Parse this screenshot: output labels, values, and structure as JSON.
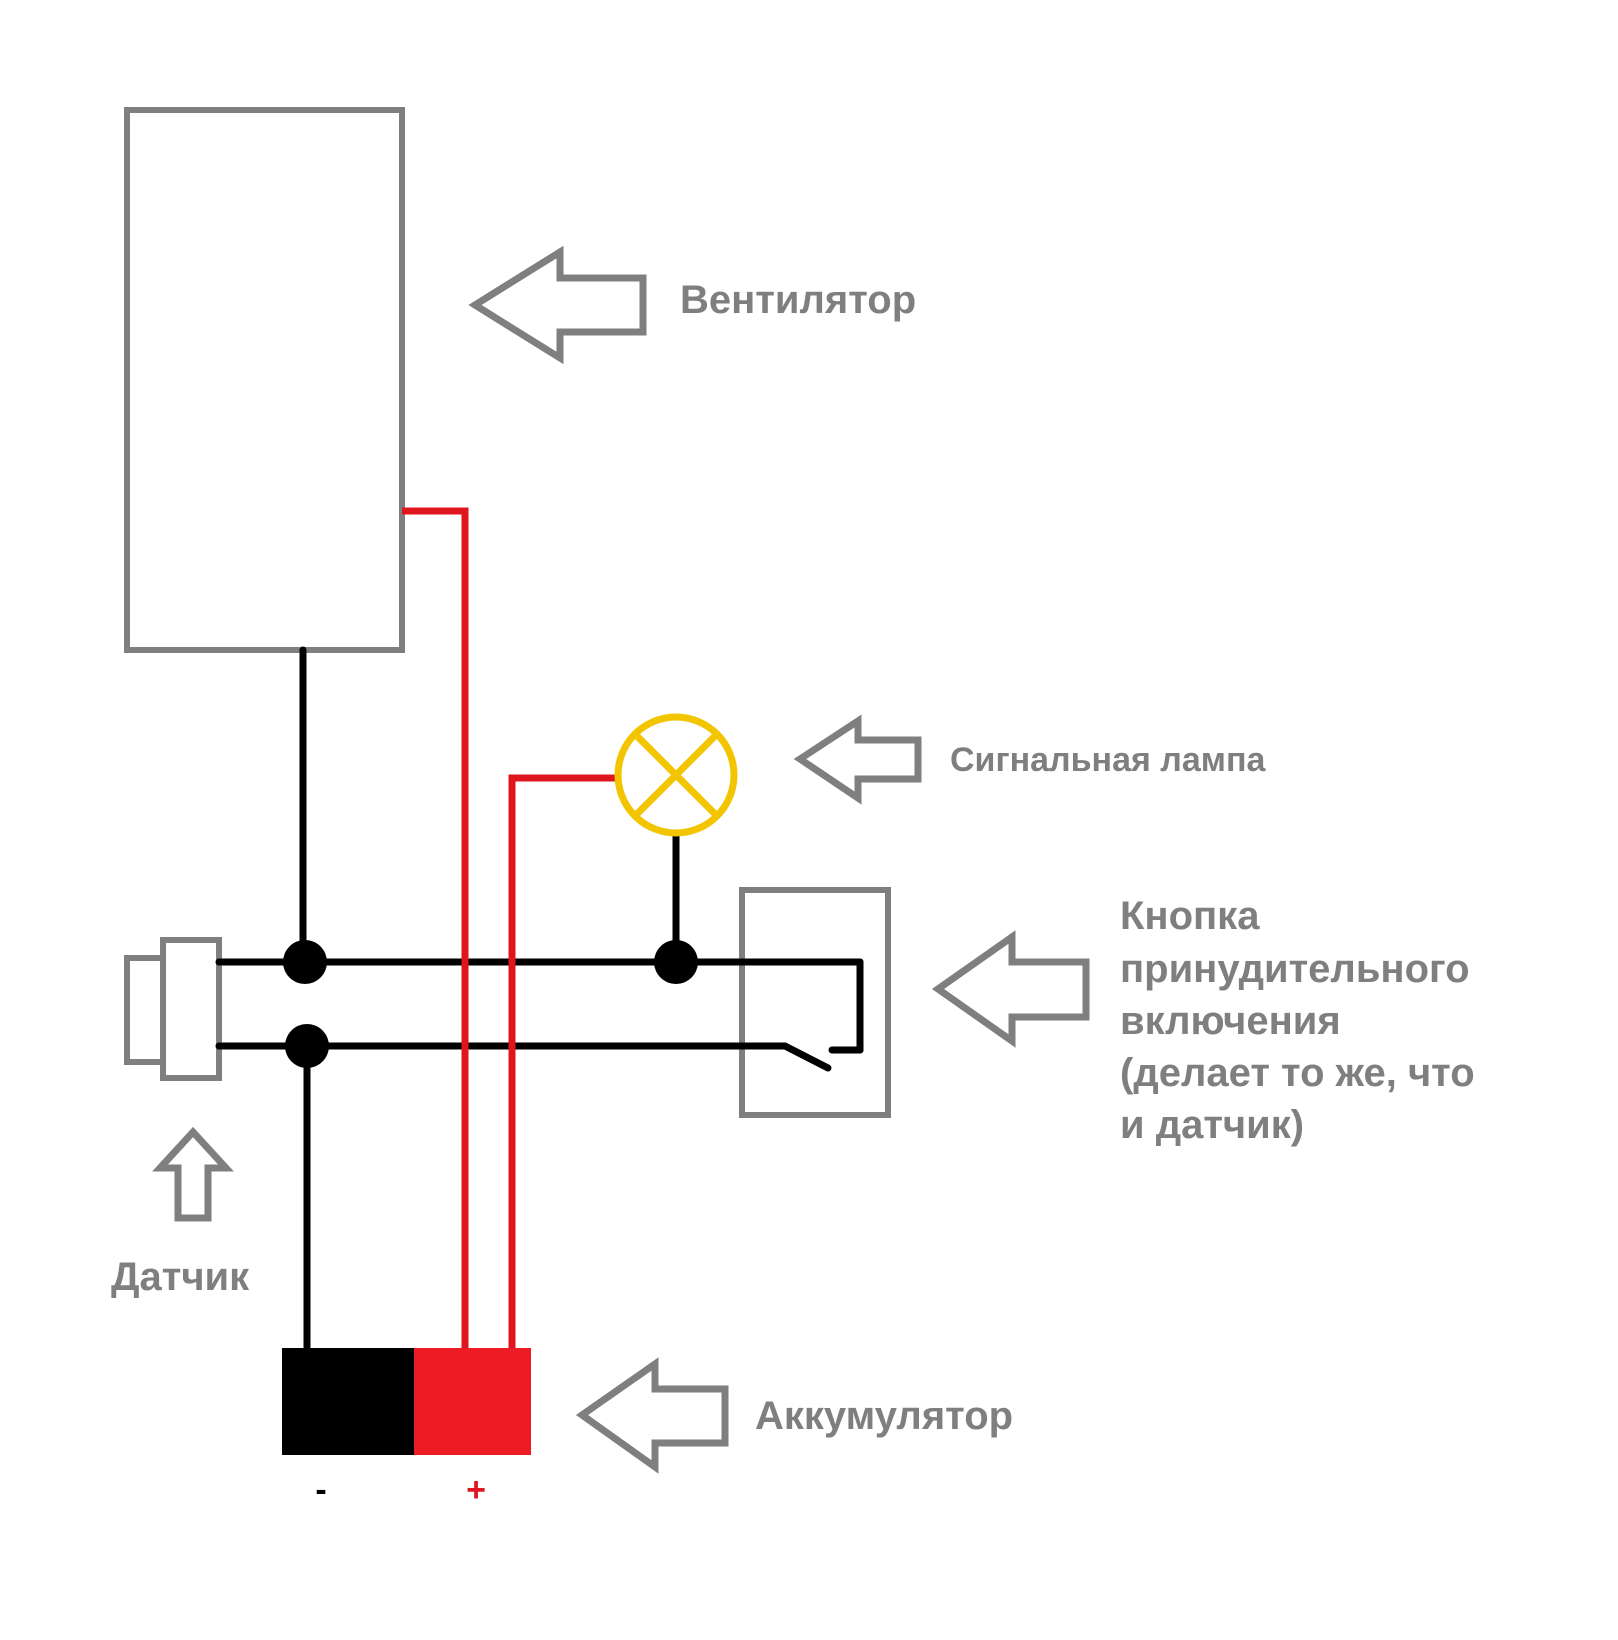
{
  "labels": {
    "fan": "Вентилятор",
    "lamp": "Сигнальная лампа",
    "button_lines": [
      "Кнопка",
      "принудительного",
      "включения",
      "(делает то же, что",
      "и датчик)"
    ],
    "sensor": "Датчик",
    "battery": "Аккумулятор",
    "battery_minus": "-",
    "battery_plus": "+"
  },
  "colors": {
    "outline": "#7f7f7f",
    "wire_negative": "#000000",
    "wire_positive": "#e0161e",
    "lamp": "#f2c500",
    "battery_minus": "#000000",
    "battery_plus": "#ed1c24"
  },
  "icons": {
    "pointer": "arrow-icon",
    "lamp": "signal-lamp-icon",
    "junction": "junction-dot-icon"
  }
}
